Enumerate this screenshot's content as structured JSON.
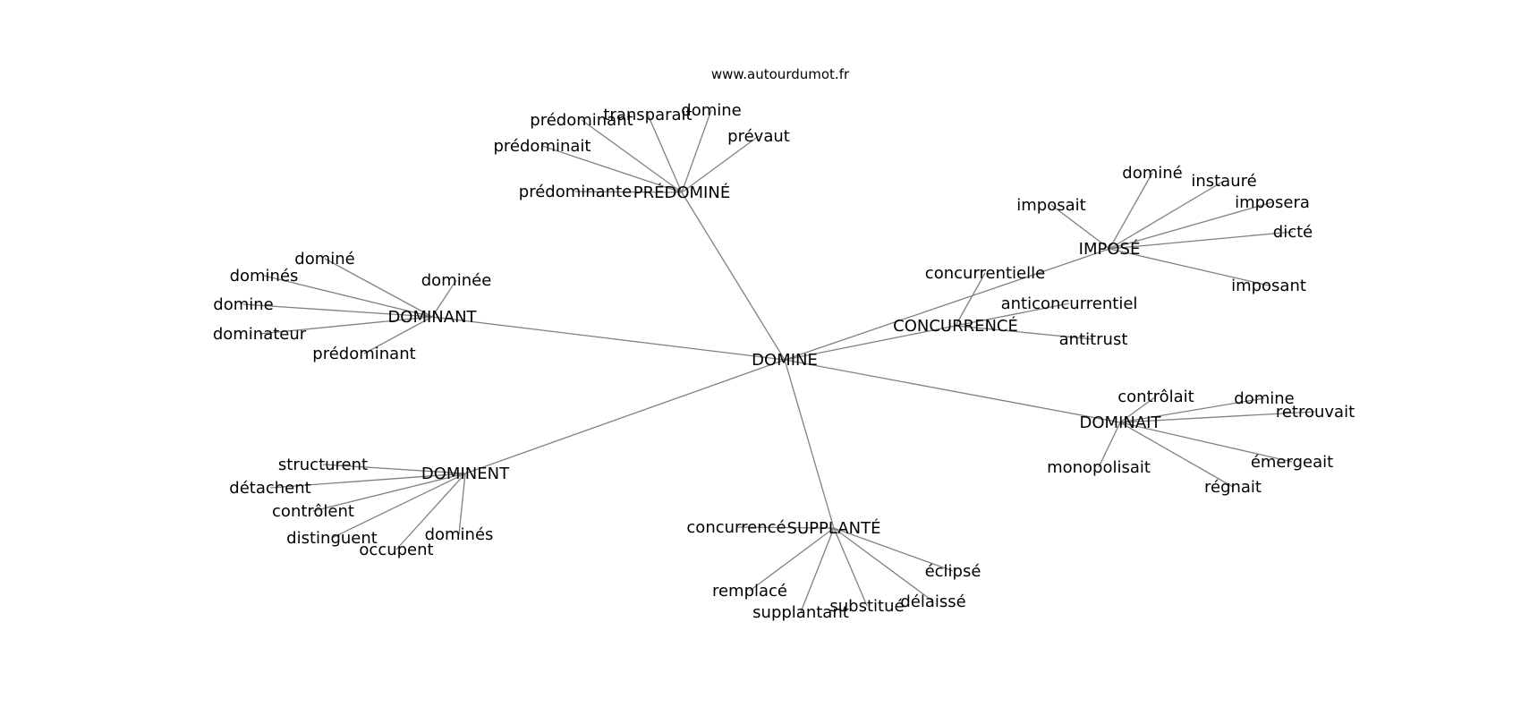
{
  "watermark": "www.autourdumot.fr",
  "colors": {
    "edge": "#808080",
    "text": "#000000",
    "background": "#ffffff"
  },
  "graph": {
    "root": "DOMINE",
    "clusters": [
      {
        "hub": "PRÉDOMINÉ",
        "leaves": [
          "prédominant",
          "transparait",
          "domine",
          "prévaut",
          "prédominait",
          "prédominante"
        ]
      },
      {
        "hub": "IMPOSÉ",
        "leaves": [
          "dominé",
          "instauré",
          "imposera",
          "imposait",
          "dicté",
          "imposant"
        ]
      },
      {
        "hub": "CONCURRENCÉ",
        "leaves": [
          "concurrentielle",
          "anticoncurrentiel",
          "antitrust"
        ]
      },
      {
        "hub": "DOMINANT",
        "leaves": [
          "dominé",
          "dominés",
          "dominée",
          "domine",
          "dominateur",
          "prédominant"
        ]
      },
      {
        "hub": "DOMINAIT",
        "leaves": [
          "contrôlait",
          "domine",
          "retrouvait",
          "émergeait",
          "monopolisait",
          "régnait"
        ]
      },
      {
        "hub": "DOMINENT",
        "leaves": [
          "structurent",
          "détachent",
          "contrôlent",
          "distinguent",
          "occupent",
          "dominés"
        ]
      },
      {
        "hub": "SUPPLANTÉ",
        "leaves": [
          "concurrencé",
          "éclipsé",
          "remplacé",
          "délaissé",
          "substitué",
          "supplantant"
        ]
      }
    ]
  }
}
